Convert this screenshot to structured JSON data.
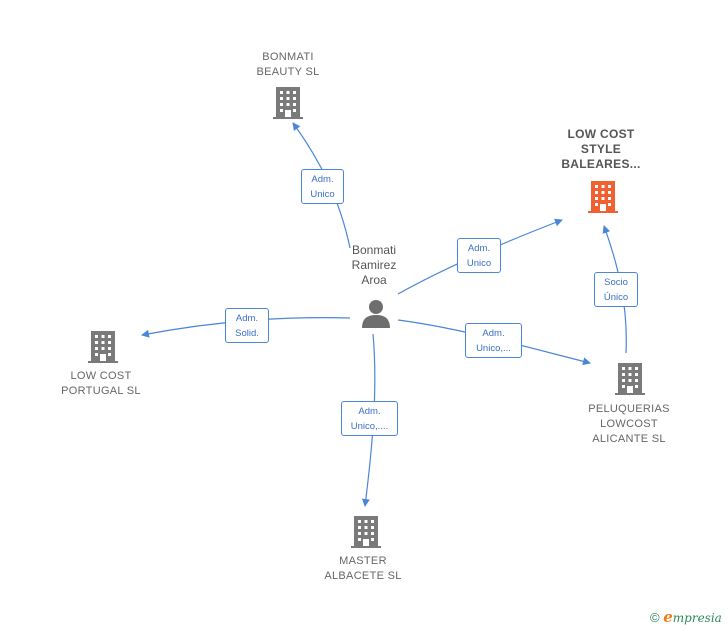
{
  "center": {
    "label": "Bonmati\nRamirez\nAroa",
    "icon": "person-icon"
  },
  "companies": {
    "bonmati_beauty": {
      "label": "BONMATI\nBEAUTY  SL"
    },
    "low_cost_style": {
      "label": "LOW COST\nSTYLE\nBALEARES..."
    },
    "low_cost_portugal": {
      "label": "LOW COST\nPORTUGAL  SL"
    },
    "peluquerias": {
      "label": "PELUQUERIAS\nLOWCOST\nALICANTE  SL"
    },
    "master_albacete": {
      "label": "MASTER\nALBACETE  SL"
    }
  },
  "edges": {
    "to_bonmati_beauty": "Adm.\nUnico",
    "to_low_cost_style": "Adm.\nUnico",
    "to_portugal": "Adm.\nSolid.",
    "to_peluquerias": "Adm.\nUnico,...",
    "to_master": "Adm.\nUnico,....",
    "peluquerias_to_style": "Socio\nÚnico"
  },
  "colors": {
    "edge": "#4a86d8",
    "building": "#7a7a7a",
    "highlight": "#f06030",
    "person": "#6e6e6e"
  },
  "footer": {
    "copyright": "©",
    "brand_initial": "e",
    "brand_rest": "mpresia"
  }
}
